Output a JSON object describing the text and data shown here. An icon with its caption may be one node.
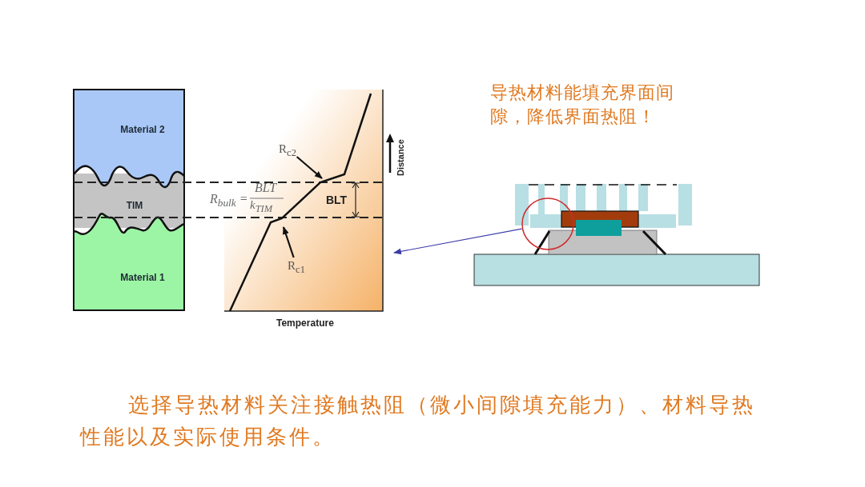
{
  "diagram": {
    "nodes": [
      {
        "text": [
          "Material 2"
        ]
      },
      {
        "text": [
          "TIM"
        ]
      },
      {
        "text": [
          "Material 1"
        ]
      },
      {
        "text": [
          "R$_{c2}$"
        ]
      },
      {
        "text": [
          "R$_{c1}$"
        ]
      },
      {
        "text": [],
        "shape": "circle"
      }
    ],
    "edges": [
      {
        "from": 3,
        "to": null,
        "arrow": "to"
      },
      {
        "from": 4,
        "to": null,
        "arrow": "to"
      },
      {
        "from": 5,
        "to": null,
        "arrow": "to",
        "color": "#3c3ca8"
      }
    ],
    "labels": [
      "R$_{bulk}$ =",
      "BLT",
      "k$_{TIM}$",
      "BLT",
      "Distance",
      "Temperature",
      "导热材料能填充界面间隙，降低界面热阻！",
      "选择导热材料关注接触热阻（微小间隙填充能力）、材料导热性能以及实际使用条件。"
    ]
  }
}
